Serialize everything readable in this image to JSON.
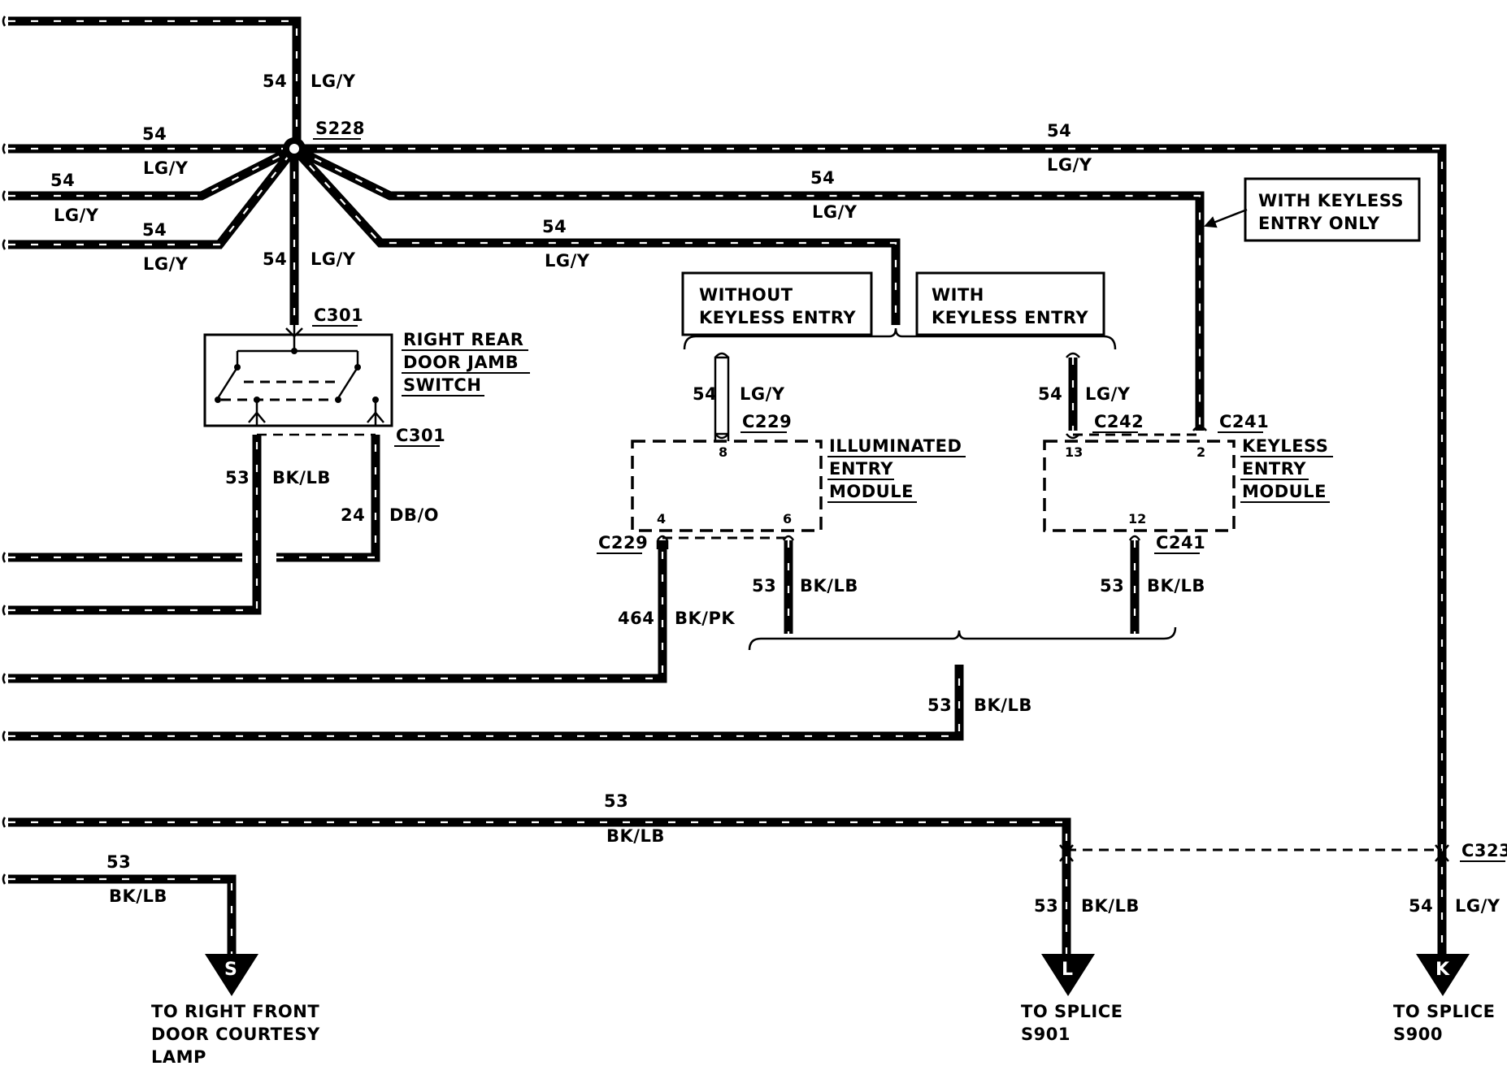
{
  "wires": {
    "w54": "54",
    "w53": "53",
    "w24": "24",
    "w464": "464",
    "lgy": "LG/Y",
    "bklb": "BK/LB",
    "dbo": "DB/O",
    "bkpk": "BK/PK"
  },
  "splices": {
    "s228": "S228"
  },
  "connectors": {
    "c301": "C301",
    "c229": "C229",
    "c242": "C242",
    "c241": "C241",
    "c323": "C323"
  },
  "components": {
    "door_switch": [
      "RIGHT REAR",
      "DOOR JAMB",
      "SWITCH"
    ],
    "illuminated_module": [
      "ILLUMINATED",
      "ENTRY",
      "MODULE"
    ],
    "keyless_module": [
      "KEYLESS",
      "ENTRY",
      "MODULE"
    ]
  },
  "pins": {
    "p8": "8",
    "p4": "4",
    "p6": "6",
    "p13": "13",
    "p2": "2",
    "p12": "12"
  },
  "options": {
    "with_keyless_only": [
      "WITH KEYLESS",
      "ENTRY ONLY"
    ],
    "without_keyless": [
      "WITHOUT",
      "KEYLESS ENTRY"
    ],
    "with_keyless": [
      "WITH",
      "KEYLESS ENTRY"
    ]
  },
  "destinations": {
    "s": {
      "letter": "S",
      "lines": [
        "TO RIGHT FRONT",
        "DOOR COURTESY",
        "LAMP"
      ]
    },
    "l": {
      "letter": "L",
      "lines": [
        "TO SPLICE",
        "S901"
      ]
    },
    "k": {
      "letter": "K",
      "lines": [
        "TO SPLICE",
        "S900"
      ]
    }
  }
}
